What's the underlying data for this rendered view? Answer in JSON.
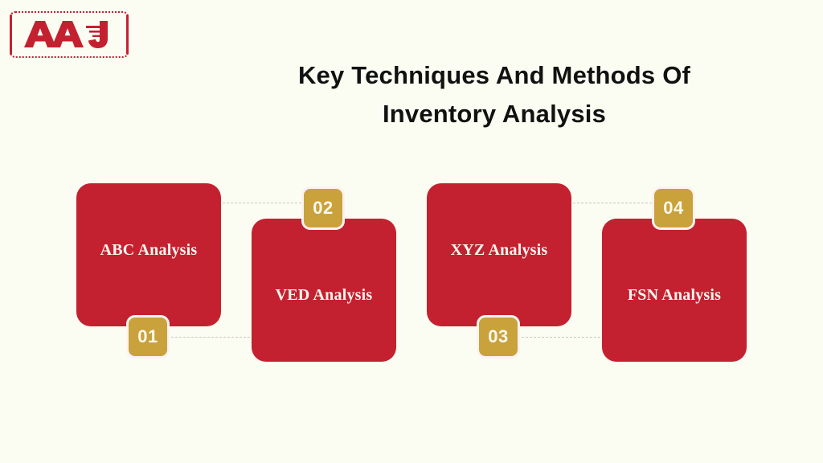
{
  "brand": {
    "logo_text": "AAJ",
    "logo_alt": "AAJ logo",
    "logo_color": "#c42130"
  },
  "header": {
    "title_line1": "Key Techniques And Methods Of",
    "title_line2": "Inventory Analysis",
    "title_color": "#111111"
  },
  "theme": {
    "background": "#fcfdf2",
    "card_color": "#c42130",
    "badge_color": "#c9a23c",
    "card_text_color": "#fdf6ef",
    "connector_color": "#c9c9c0"
  },
  "steps": [
    {
      "number": "01",
      "label": "ABC Analysis",
      "badge_position": "bottom"
    },
    {
      "number": "02",
      "label": "VED Analysis",
      "badge_position": "top"
    },
    {
      "number": "03",
      "label": "XYZ Analysis",
      "badge_position": "bottom"
    },
    {
      "number": "04",
      "label": "FSN Analysis",
      "badge_position": "top"
    }
  ]
}
